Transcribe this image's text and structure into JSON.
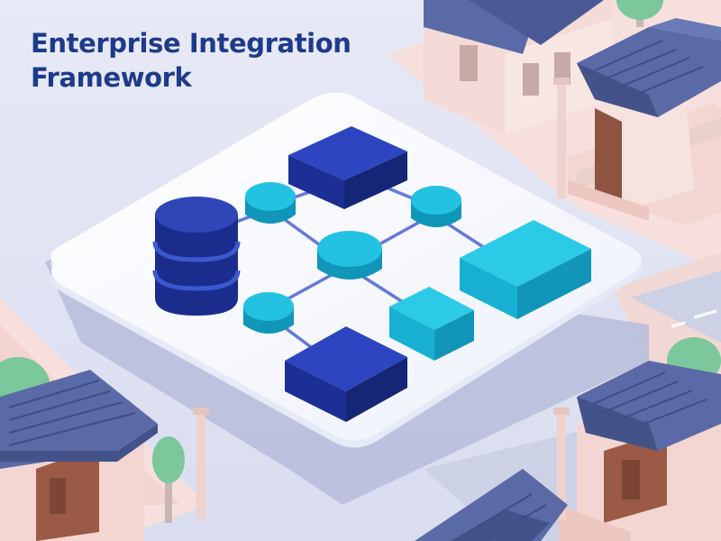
{
  "title": {
    "line1": "Enterprise Integration",
    "line2": "Framework"
  },
  "colors": {
    "background": "#dfe3f2",
    "road": "#ccd1e6",
    "sidewalk": "#f6dfdc",
    "platform": "#fbfcff",
    "node_cyan": "#1ec3e3",
    "node_navy": "#233aa8",
    "connector": "#6678d8",
    "roof": "#5a6aa6",
    "wall": "#f3d6d2",
    "wood": "#9a5a46",
    "tree": "#6fbf8f"
  },
  "diagram": {
    "nodes": [
      {
        "id": "database",
        "shape": "cylinder",
        "icon": "database-icon"
      },
      {
        "id": "top-navy-block",
        "shape": "box"
      },
      {
        "id": "bottom-navy-block",
        "shape": "box"
      },
      {
        "id": "big-cyan-block",
        "shape": "box"
      },
      {
        "id": "small-cyan-block",
        "shape": "box"
      },
      {
        "id": "disc-left-top",
        "shape": "disc"
      },
      {
        "id": "disc-right-top",
        "shape": "disc"
      },
      {
        "id": "disc-center",
        "shape": "disc"
      },
      {
        "id": "disc-left-bottom",
        "shape": "disc"
      }
    ],
    "edges": [
      [
        "disc-left-top",
        "top-navy-block"
      ],
      [
        "top-navy-block",
        "disc-right-top"
      ],
      [
        "disc-left-top",
        "disc-center"
      ],
      [
        "disc-right-top",
        "disc-center"
      ],
      [
        "disc-right-top",
        "big-cyan-block"
      ],
      [
        "disc-center",
        "disc-left-bottom"
      ],
      [
        "disc-center",
        "small-cyan-block"
      ],
      [
        "disc-left-bottom",
        "bottom-navy-block"
      ],
      [
        "disc-left-top",
        "database"
      ]
    ]
  }
}
